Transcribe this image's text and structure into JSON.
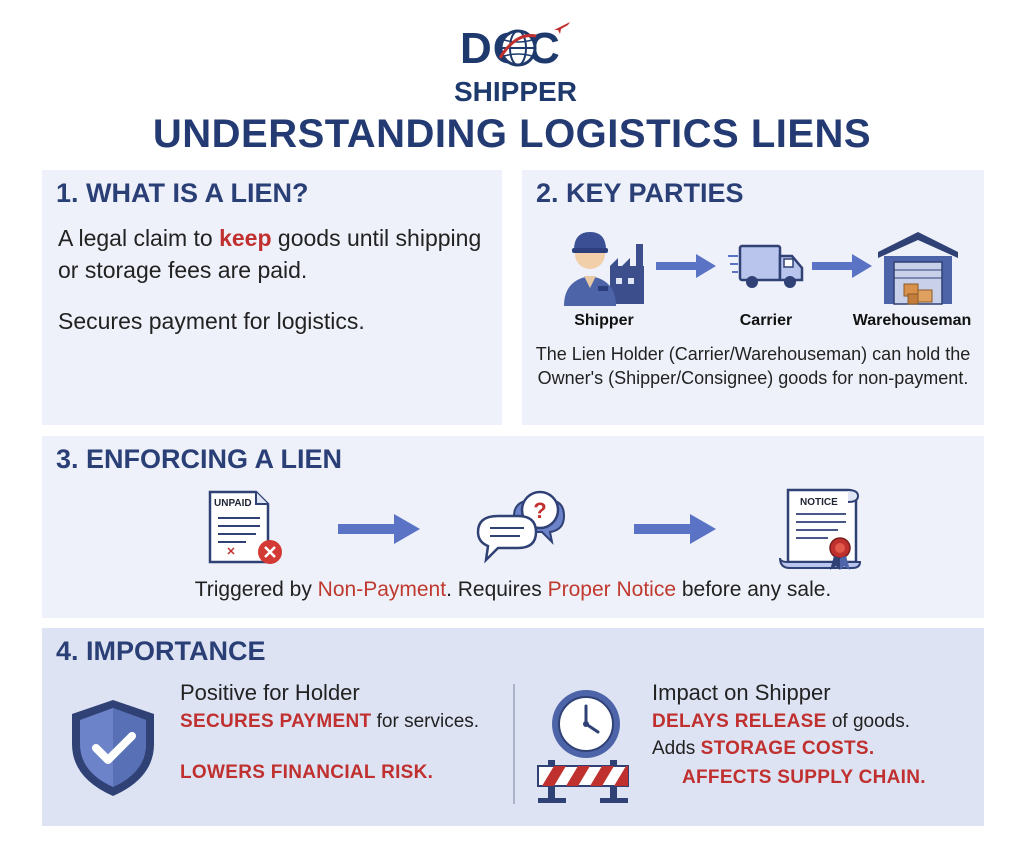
{
  "logo": {
    "top": "DOC",
    "bottom": "SHIPPER"
  },
  "title": "UNDERSTANDING LOGISTICS LIENS",
  "section1": {
    "title": "1. WHAT IS A LIEN?",
    "text_before": "A legal claim to ",
    "text_highlight": "keep",
    "text_after": " goods until shipping or storage fees are paid.",
    "text2": "Secures payment for logistics."
  },
  "section2": {
    "title": "2. KEY PARTIES",
    "parties": [
      "Shipper",
      "Carrier",
      "Warehouseman"
    ],
    "description": "The Lien Holder (Carrier/Warehouseman) can hold the Owner's (Shipper/Consignee) goods for non-payment."
  },
  "section3": {
    "title": "3. ENFORCING A LIEN",
    "doc_label": "UNPAID",
    "notice_label": "NOTICE",
    "text_a": "Triggered by ",
    "text_b": "Non-Payment",
    "text_c": ". Requires ",
    "text_d": "Proper Notice",
    "text_e": " before any sale."
  },
  "section4": {
    "title": "4. IMPORTANCE",
    "holder": {
      "header": "Positive for Holder",
      "line1_em": "SECURES PAYMENT",
      "line1_rest": " for services.",
      "line2_em": "LOWERS FINANCIAL RISK."
    },
    "shipper": {
      "header": "Impact on Shipper",
      "line1_em": "DELAYS RELEASE",
      "line1_rest": " of goods.",
      "line2_pre": "Adds ",
      "line2_em": "STORAGE COSTS.",
      "line3_em": "AFFECTS SUPPLY CHAIN."
    }
  },
  "colors": {
    "navy": "#233a73",
    "accent_red": "#c0302f",
    "arrow_blue": "#5b73c4",
    "panel": "#eef1f9"
  }
}
